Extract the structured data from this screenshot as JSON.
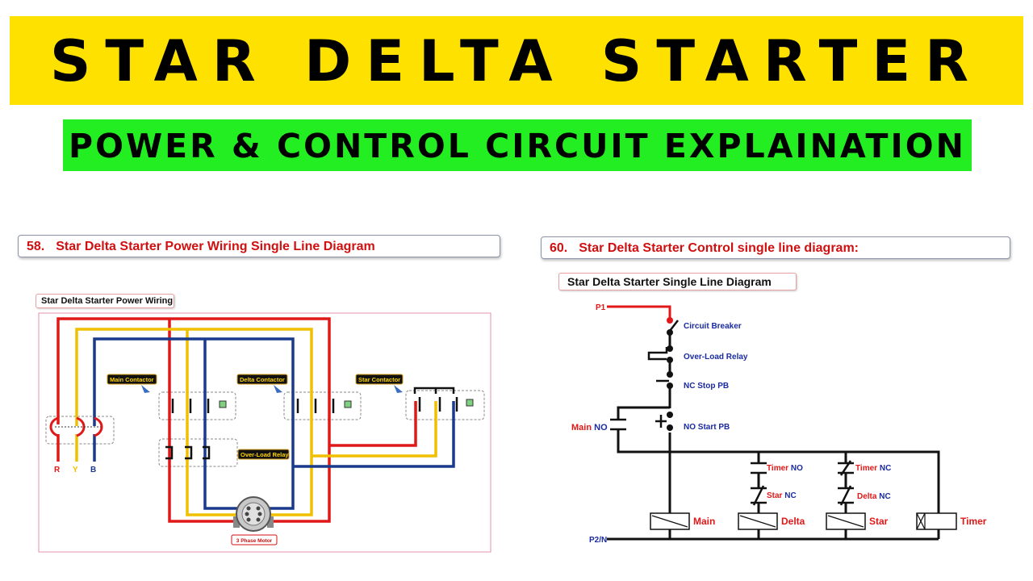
{
  "header": {
    "title": "STAR DELTA STARTER",
    "subtitle": "POWER & CONTROL CIRCUIT EXPLAINATION"
  },
  "power_panel": {
    "number": "58.",
    "caption": "Star Delta Starter Power Wiring Single Line Diagram",
    "diagram_title": "Star Delta Starter Power Wiring",
    "labels": {
      "main_contactor": "Main Contactor",
      "delta_contactor": "Delta Contactor",
      "star_contactor": "Star Contactor",
      "overload_relay": "Over-Load Relay",
      "motor": "3 Phase Motor",
      "phase_r": "R",
      "phase_y": "Y",
      "phase_b": "B"
    }
  },
  "control_panel": {
    "number": "60.",
    "caption": "Star Delta Starter Control single line diagram:",
    "diagram_title": "Star Delta Starter Single Line Diagram",
    "labels": {
      "p1": "P1",
      "p2n": "P2/N",
      "circuit_breaker": "Circuit Breaker",
      "overload_relay": "Over-Load Relay",
      "nc_stop": "NC Stop PB",
      "no_start": "NO Start PB",
      "main_no_word": "Main",
      "main_no_tag": "NO",
      "timer_no_word": "Timer",
      "timer_no_tag": "NO",
      "star_nc_word": "Star",
      "star_nc_tag": "NC",
      "timer_nc_word": "Timer",
      "timer_nc_tag": "NC",
      "delta_nc_word": "Delta",
      "delta_nc_tag": "NC",
      "coil_main": "Main",
      "coil_delta": "Delta",
      "coil_star": "Star",
      "coil_timer": "Timer"
    }
  },
  "colors": {
    "banner_yellow": "#FFE100",
    "banner_green": "#22EE22",
    "phase_r": "#E01818",
    "phase_y": "#F0C000",
    "phase_b": "#1A3A8C",
    "caption_red": "#D01010",
    "label_blue": "#1A2AA0"
  }
}
